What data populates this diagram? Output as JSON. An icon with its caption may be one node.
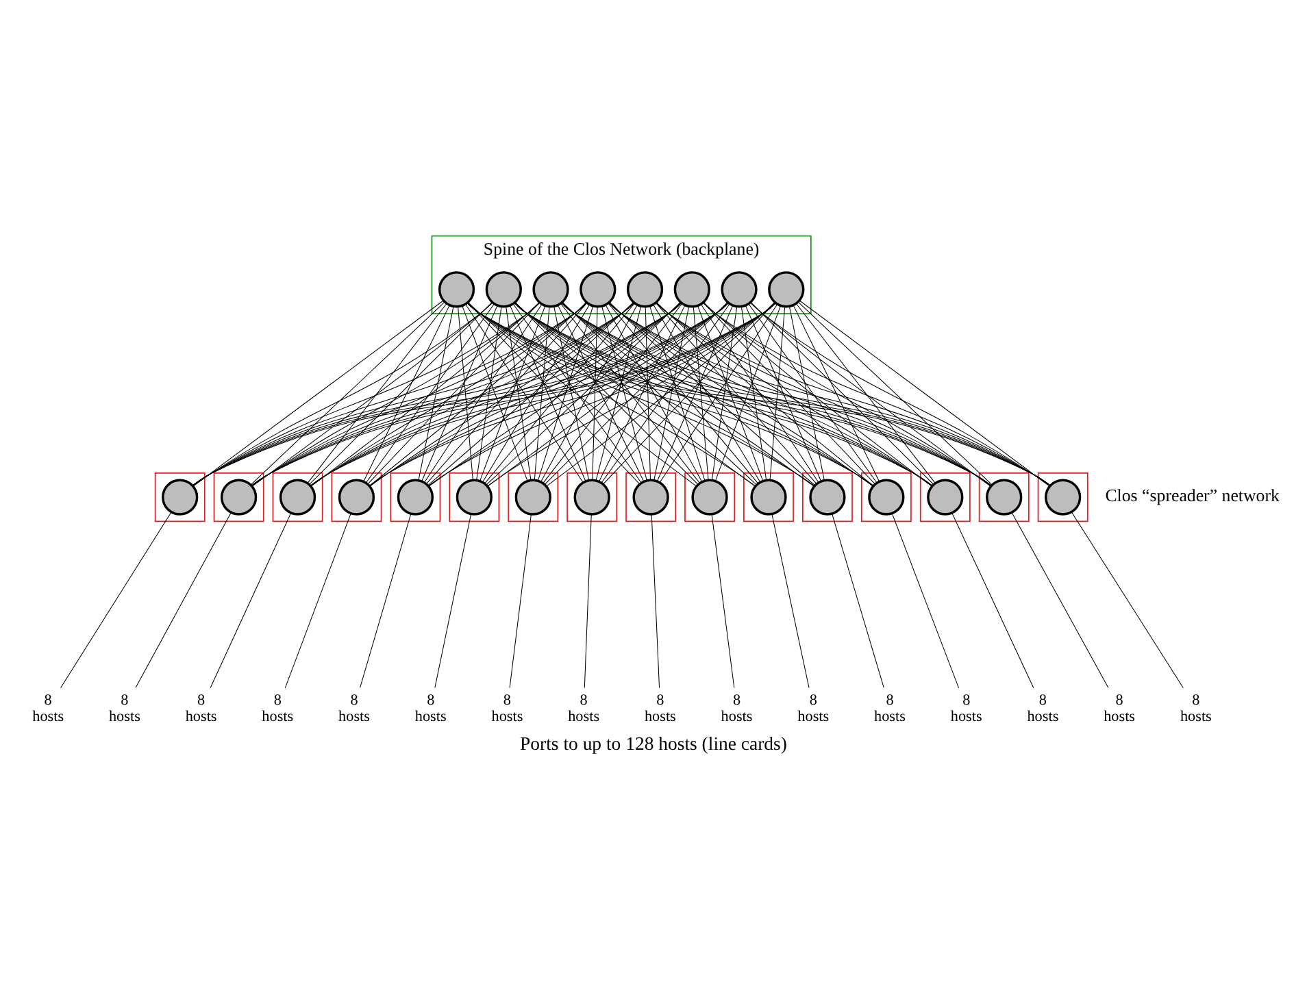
{
  "diagram": {
    "caption": "Ports to up to 128 hosts (line cards)",
    "nodes": [
      {
        "text": [
          "Spine of the Clos Network (backplane)"
        ]
      },
      {
        "text": [],
        "shape": "circle",
        "in": 0
      },
      {
        "text": [],
        "shape": "circle",
        "in": 0
      },
      {
        "text": [],
        "shape": "circle",
        "in": 0
      },
      {
        "text": [],
        "shape": "circle",
        "in": 0
      },
      {
        "text": [],
        "shape": "circle",
        "in": 0
      },
      {
        "text": [],
        "shape": "circle",
        "in": 0
      },
      {
        "text": [],
        "shape": "circle",
        "in": 0
      },
      {
        "text": [],
        "shape": "circle",
        "in": 0
      },
      {
        "text": [],
        "shape": "box"
      },
      {
        "text": [],
        "shape": "circle",
        "in": 9
      },
      {
        "text": [],
        "shape": "box"
      },
      {
        "text": [],
        "shape": "circle",
        "in": 11
      },
      {
        "text": [],
        "shape": "box"
      },
      {
        "text": [],
        "shape": "circle",
        "in": 13
      },
      {
        "text": [],
        "shape": "box"
      },
      {
        "text": [],
        "shape": "circle",
        "in": 15
      },
      {
        "text": [],
        "shape": "box"
      },
      {
        "text": [],
        "shape": "circle",
        "in": 17
      },
      {
        "text": [],
        "shape": "box"
      },
      {
        "text": [],
        "shape": "circle",
        "in": 19
      },
      {
        "text": [],
        "shape": "box"
      },
      {
        "text": [],
        "shape": "circle",
        "in": 21
      },
      {
        "text": [],
        "shape": "box"
      },
      {
        "text": [],
        "shape": "circle",
        "in": 23
      },
      {
        "text": [],
        "shape": "box"
      },
      {
        "text": [],
        "shape": "circle",
        "in": 25
      },
      {
        "text": [],
        "shape": "box"
      },
      {
        "text": [],
        "shape": "circle",
        "in": 27
      },
      {
        "text": [],
        "shape": "box"
      },
      {
        "text": [],
        "shape": "circle",
        "in": 29
      },
      {
        "text": [],
        "shape": "box"
      },
      {
        "text": [],
        "shape": "circle",
        "in": 31
      },
      {
        "text": [],
        "shape": "box"
      },
      {
        "text": [],
        "shape": "circle",
        "in": 33
      },
      {
        "text": [],
        "shape": "box"
      },
      {
        "text": [],
        "shape": "circle",
        "in": 35
      },
      {
        "text": [],
        "shape": "box"
      },
      {
        "text": [],
        "shape": "circle",
        "in": 37
      },
      {
        "text": [],
        "shape": "box"
      },
      {
        "text": [],
        "shape": "circle",
        "in": 39
      },
      {
        "text": [
          "8 hosts"
        ]
      },
      {
        "text": [
          "8 hosts"
        ]
      },
      {
        "text": [
          "8 hosts"
        ]
      },
      {
        "text": [
          "8 hosts"
        ]
      },
      {
        "text": [
          "8 hosts"
        ]
      },
      {
        "text": [
          "8 hosts"
        ]
      },
      {
        "text": [
          "8 hosts"
        ]
      },
      {
        "text": [
          "8 hosts"
        ]
      },
      {
        "text": [
          "8 hosts"
        ]
      },
      {
        "text": [
          "8 hosts"
        ]
      },
      {
        "text": [
          "8 hosts"
        ]
      },
      {
        "text": [
          "8 hosts"
        ]
      },
      {
        "text": [
          "8 hosts"
        ]
      },
      {
        "text": [
          "8 hosts"
        ]
      },
      {
        "text": [
          "8 hosts"
        ]
      },
      {
        "text": [
          "8 hosts"
        ]
      }
    ],
    "edges": [
      {
        "from": 1,
        "to": 10,
        "arrow": "none"
      },
      {
        "from": 1,
        "to": 12,
        "arrow": "none"
      },
      {
        "from": 1,
        "to": 14,
        "arrow": "none"
      },
      {
        "from": 1,
        "to": 16,
        "arrow": "none"
      },
      {
        "from": 1,
        "to": 18,
        "arrow": "none"
      },
      {
        "from": 1,
        "to": 20,
        "arrow": "none"
      },
      {
        "from": 1,
        "to": 22,
        "arrow": "none"
      },
      {
        "from": 1,
        "to": 24,
        "arrow": "none"
      },
      {
        "from": 1,
        "to": 26,
        "arrow": "none"
      },
      {
        "from": 1,
        "to": 28,
        "arrow": "none"
      },
      {
        "from": 1,
        "to": 30,
        "arrow": "none"
      },
      {
        "from": 1,
        "to": 32,
        "arrow": "none"
      },
      {
        "from": 1,
        "to": 34,
        "arrow": "none"
      },
      {
        "from": 1,
        "to": 36,
        "arrow": "none"
      },
      {
        "from": 1,
        "to": 38,
        "arrow": "none"
      },
      {
        "from": 1,
        "to": 40,
        "arrow": "none"
      },
      {
        "from": 2,
        "to": 10,
        "arrow": "none"
      },
      {
        "from": 2,
        "to": 12,
        "arrow": "none"
      },
      {
        "from": 2,
        "to": 14,
        "arrow": "none"
      },
      {
        "from": 2,
        "to": 16,
        "arrow": "none"
      },
      {
        "from": 2,
        "to": 18,
        "arrow": "none"
      },
      {
        "from": 2,
        "to": 20,
        "arrow": "none"
      },
      {
        "from": 2,
        "to": 22,
        "arrow": "none"
      },
      {
        "from": 2,
        "to": 24,
        "arrow": "none"
      },
      {
        "from": 2,
        "to": 26,
        "arrow": "none"
      },
      {
        "from": 2,
        "to": 28,
        "arrow": "none"
      },
      {
        "from": 2,
        "to": 30,
        "arrow": "none"
      },
      {
        "from": 2,
        "to": 32,
        "arrow": "none"
      },
      {
        "from": 2,
        "to": 34,
        "arrow": "none"
      },
      {
        "from": 2,
        "to": 36,
        "arrow": "none"
      },
      {
        "from": 2,
        "to": 38,
        "arrow": "none"
      },
      {
        "from": 2,
        "to": 40,
        "arrow": "none"
      },
      {
        "from": 3,
        "to": 10,
        "arrow": "none"
      },
      {
        "from": 3,
        "to": 12,
        "arrow": "none"
      },
      {
        "from": 3,
        "to": 14,
        "arrow": "none"
      },
      {
        "from": 3,
        "to": 16,
        "arrow": "none"
      },
      {
        "from": 3,
        "to": 18,
        "arrow": "none"
      },
      {
        "from": 3,
        "to": 20,
        "arrow": "none"
      },
      {
        "from": 3,
        "to": 22,
        "arrow": "none"
      },
      {
        "from": 3,
        "to": 24,
        "arrow": "none"
      },
      {
        "from": 3,
        "to": 26,
        "arrow": "none"
      },
      {
        "from": 3,
        "to": 28,
        "arrow": "none"
      },
      {
        "from": 3,
        "to": 30,
        "arrow": "none"
      },
      {
        "from": 3,
        "to": 32,
        "arrow": "none"
      },
      {
        "from": 3,
        "to": 34,
        "arrow": "none"
      },
      {
        "from": 3,
        "to": 36,
        "arrow": "none"
      },
      {
        "from": 3,
        "to": 38,
        "arrow": "none"
      },
      {
        "from": 3,
        "to": 40,
        "arrow": "none"
      },
      {
        "from": 4,
        "to": 10,
        "arrow": "none"
      },
      {
        "from": 4,
        "to": 12,
        "arrow": "none"
      },
      {
        "from": 4,
        "to": 14,
        "arrow": "none"
      },
      {
        "from": 4,
        "to": 16,
        "arrow": "none"
      },
      {
        "from": 4,
        "to": 18,
        "arrow": "none"
      },
      {
        "from": 4,
        "to": 20,
        "arrow": "none"
      },
      {
        "from": 4,
        "to": 22,
        "arrow": "none"
      },
      {
        "from": 4,
        "to": 24,
        "arrow": "none"
      },
      {
        "from": 4,
        "to": 26,
        "arrow": "none"
      },
      {
        "from": 4,
        "to": 28,
        "arrow": "none"
      },
      {
        "from": 4,
        "to": 30,
        "arrow": "none"
      },
      {
        "from": 4,
        "to": 32,
        "arrow": "none"
      },
      {
        "from": 4,
        "to": 34,
        "arrow": "none"
      },
      {
        "from": 4,
        "to": 36,
        "arrow": "none"
      },
      {
        "from": 4,
        "to": 38,
        "arrow": "none"
      },
      {
        "from": 4,
        "to": 40,
        "arrow": "none"
      },
      {
        "from": 5,
        "to": 10,
        "arrow": "none"
      },
      {
        "from": 5,
        "to": 12,
        "arrow": "none"
      },
      {
        "from": 5,
        "to": 14,
        "arrow": "none"
      },
      {
        "from": 5,
        "to": 16,
        "arrow": "none"
      },
      {
        "from": 5,
        "to": 18,
        "arrow": "none"
      },
      {
        "from": 5,
        "to": 20,
        "arrow": "none"
      },
      {
        "from": 5,
        "to": 22,
        "arrow": "none"
      },
      {
        "from": 5,
        "to": 24,
        "arrow": "none"
      },
      {
        "from": 5,
        "to": 26,
        "arrow": "none"
      },
      {
        "from": 5,
        "to": 28,
        "arrow": "none"
      },
      {
        "from": 5,
        "to": 30,
        "arrow": "none"
      },
      {
        "from": 5,
        "to": 32,
        "arrow": "none"
      },
      {
        "from": 5,
        "to": 34,
        "arrow": "none"
      },
      {
        "from": 5,
        "to": 36,
        "arrow": "none"
      },
      {
        "from": 5,
        "to": 38,
        "arrow": "none"
      },
      {
        "from": 5,
        "to": 40,
        "arrow": "none"
      },
      {
        "from": 6,
        "to": 10,
        "arrow": "none"
      },
      {
        "from": 6,
        "to": 12,
        "arrow": "none"
      },
      {
        "from": 6,
        "to": 14,
        "arrow": "none"
      },
      {
        "from": 6,
        "to": 16,
        "arrow": "none"
      },
      {
        "from": 6,
        "to": 18,
        "arrow": "none"
      },
      {
        "from": 6,
        "to": 20,
        "arrow": "none"
      },
      {
        "from": 6,
        "to": 22,
        "arrow": "none"
      },
      {
        "from": 6,
        "to": 24,
        "arrow": "none"
      },
      {
        "from": 6,
        "to": 26,
        "arrow": "none"
      },
      {
        "from": 6,
        "to": 28,
        "arrow": "none"
      },
      {
        "from": 6,
        "to": 30,
        "arrow": "none"
      },
      {
        "from": 6,
        "to": 32,
        "arrow": "none"
      },
      {
        "from": 6,
        "to": 34,
        "arrow": "none"
      },
      {
        "from": 6,
        "to": 36,
        "arrow": "none"
      },
      {
        "from": 6,
        "to": 38,
        "arrow": "none"
      },
      {
        "from": 6,
        "to": 40,
        "arrow": "none"
      },
      {
        "from": 7,
        "to": 10,
        "arrow": "none"
      },
      {
        "from": 7,
        "to": 12,
        "arrow": "none"
      },
      {
        "from": 7,
        "to": 14,
        "arrow": "none"
      },
      {
        "from": 7,
        "to": 16,
        "arrow": "none"
      },
      {
        "from": 7,
        "to": 18,
        "arrow": "none"
      },
      {
        "from": 7,
        "to": 20,
        "arrow": "none"
      },
      {
        "from": 7,
        "to": 22,
        "arrow": "none"
      },
      {
        "from": 7,
        "to": 24,
        "arrow": "none"
      },
      {
        "from": 7,
        "to": 26,
        "arrow": "none"
      },
      {
        "from": 7,
        "to": 28,
        "arrow": "none"
      },
      {
        "from": 7,
        "to": 30,
        "arrow": "none"
      },
      {
        "from": 7,
        "to": 32,
        "arrow": "none"
      },
      {
        "from": 7,
        "to": 34,
        "arrow": "none"
      },
      {
        "from": 7,
        "to": 36,
        "arrow": "none"
      },
      {
        "from": 7,
        "to": 38,
        "arrow": "none"
      },
      {
        "from": 7,
        "to": 40,
        "arrow": "none"
      },
      {
        "from": 8,
        "to": 10,
        "arrow": "none"
      },
      {
        "from": 8,
        "to": 12,
        "arrow": "none"
      },
      {
        "from": 8,
        "to": 14,
        "arrow": "none"
      },
      {
        "from": 8,
        "to": 16,
        "arrow": "none"
      },
      {
        "from": 8,
        "to": 18,
        "arrow": "none"
      },
      {
        "from": 8,
        "to": 20,
        "arrow": "none"
      },
      {
        "from": 8,
        "to": 22,
        "arrow": "none"
      },
      {
        "from": 8,
        "to": 24,
        "arrow": "none"
      },
      {
        "from": 8,
        "to": 26,
        "arrow": "none"
      },
      {
        "from": 8,
        "to": 28,
        "arrow": "none"
      },
      {
        "from": 8,
        "to": 30,
        "arrow": "none"
      },
      {
        "from": 8,
        "to": 32,
        "arrow": "none"
      },
      {
        "from": 8,
        "to": 34,
        "arrow": "none"
      },
      {
        "from": 8,
        "to": 36,
        "arrow": "none"
      },
      {
        "from": 8,
        "to": 38,
        "arrow": "none"
      },
      {
        "from": 8,
        "to": 40,
        "arrow": "none"
      },
      {
        "from": 10,
        "to": 41,
        "arrow": "none"
      },
      {
        "from": 12,
        "to": 42,
        "arrow": "none"
      },
      {
        "from": 14,
        "to": 43,
        "arrow": "none"
      },
      {
        "from": 16,
        "to": 44,
        "arrow": "none"
      },
      {
        "from": 18,
        "to": 45,
        "arrow": "none"
      },
      {
        "from": 20,
        "to": 46,
        "arrow": "none"
      },
      {
        "from": 22,
        "to": 47,
        "arrow": "none"
      },
      {
        "from": 24,
        "to": 48,
        "arrow": "none"
      },
      {
        "from": 26,
        "to": 49,
        "arrow": "none"
      },
      {
        "from": 28,
        "to": 50,
        "arrow": "none"
      },
      {
        "from": 30,
        "to": 51,
        "arrow": "none"
      },
      {
        "from": 32,
        "to": 52,
        "arrow": "none"
      },
      {
        "from": 34,
        "to": 53,
        "arrow": "none"
      },
      {
        "from": 36,
        "to": 54,
        "arrow": "none"
      },
      {
        "from": 38,
        "to": 55,
        "arrow": "none"
      },
      {
        "from": 40,
        "to": 56,
        "arrow": "none"
      }
    ],
    "labels": [
      "Clos “spreader” network"
    ]
  }
}
